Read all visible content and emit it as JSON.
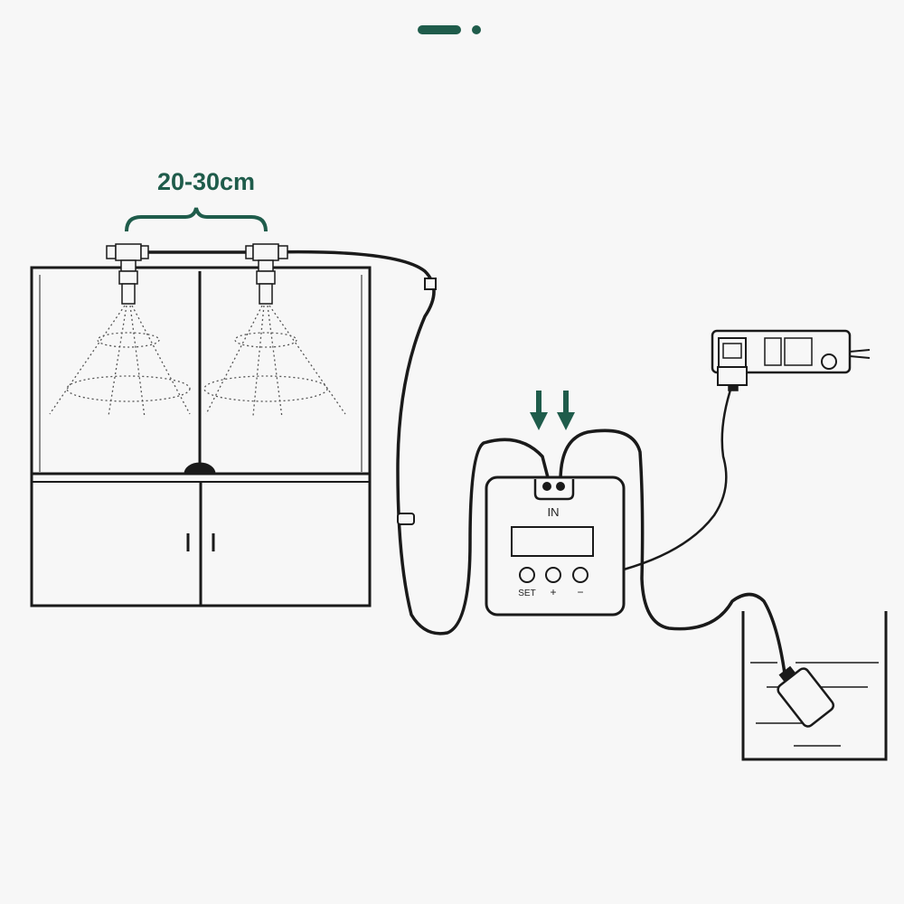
{
  "spacing_label": "20-30cm",
  "controller": {
    "in_label": "IN",
    "buttons": [
      "SET",
      "+",
      "−"
    ]
  },
  "colors": {
    "accent": "#1f5c4b",
    "line": "#1a1a1a",
    "background": "#f7f7f7"
  },
  "icons": [
    "pagination-indicator",
    "down-arrow-icon",
    "nozzle-icon",
    "power-strip",
    "water-pump"
  ]
}
